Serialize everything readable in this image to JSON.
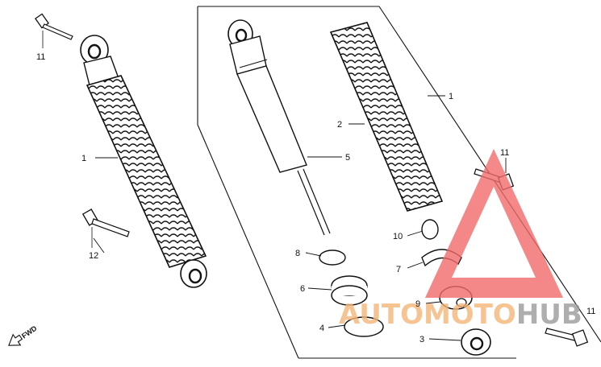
{
  "callouts": [
    {
      "id": "11",
      "text": "11"
    },
    {
      "id": "1",
      "text": "1"
    },
    {
      "id": "12",
      "text": "12"
    },
    {
      "id": "1b",
      "text": "1"
    },
    {
      "id": "2",
      "text": "2"
    },
    {
      "id": "5",
      "text": "5"
    },
    {
      "id": "11b",
      "text": "11"
    },
    {
      "id": "10",
      "text": "10"
    },
    {
      "id": "8",
      "text": "8"
    },
    {
      "id": "7",
      "text": "7"
    },
    {
      "id": "6",
      "text": "6"
    },
    {
      "id": "9",
      "text": "9"
    },
    {
      "id": "4",
      "text": "4"
    },
    {
      "id": "3",
      "text": "3"
    },
    {
      "id": "11c",
      "text": "11"
    }
  ],
  "fwd_label": "FWD",
  "watermark": {
    "part1": "AUTOMOTO",
    "part2": "HUB",
    "color1": "#f4b678",
    "color2": "#9a9a9a",
    "logo_color": "#f26a6a"
  }
}
